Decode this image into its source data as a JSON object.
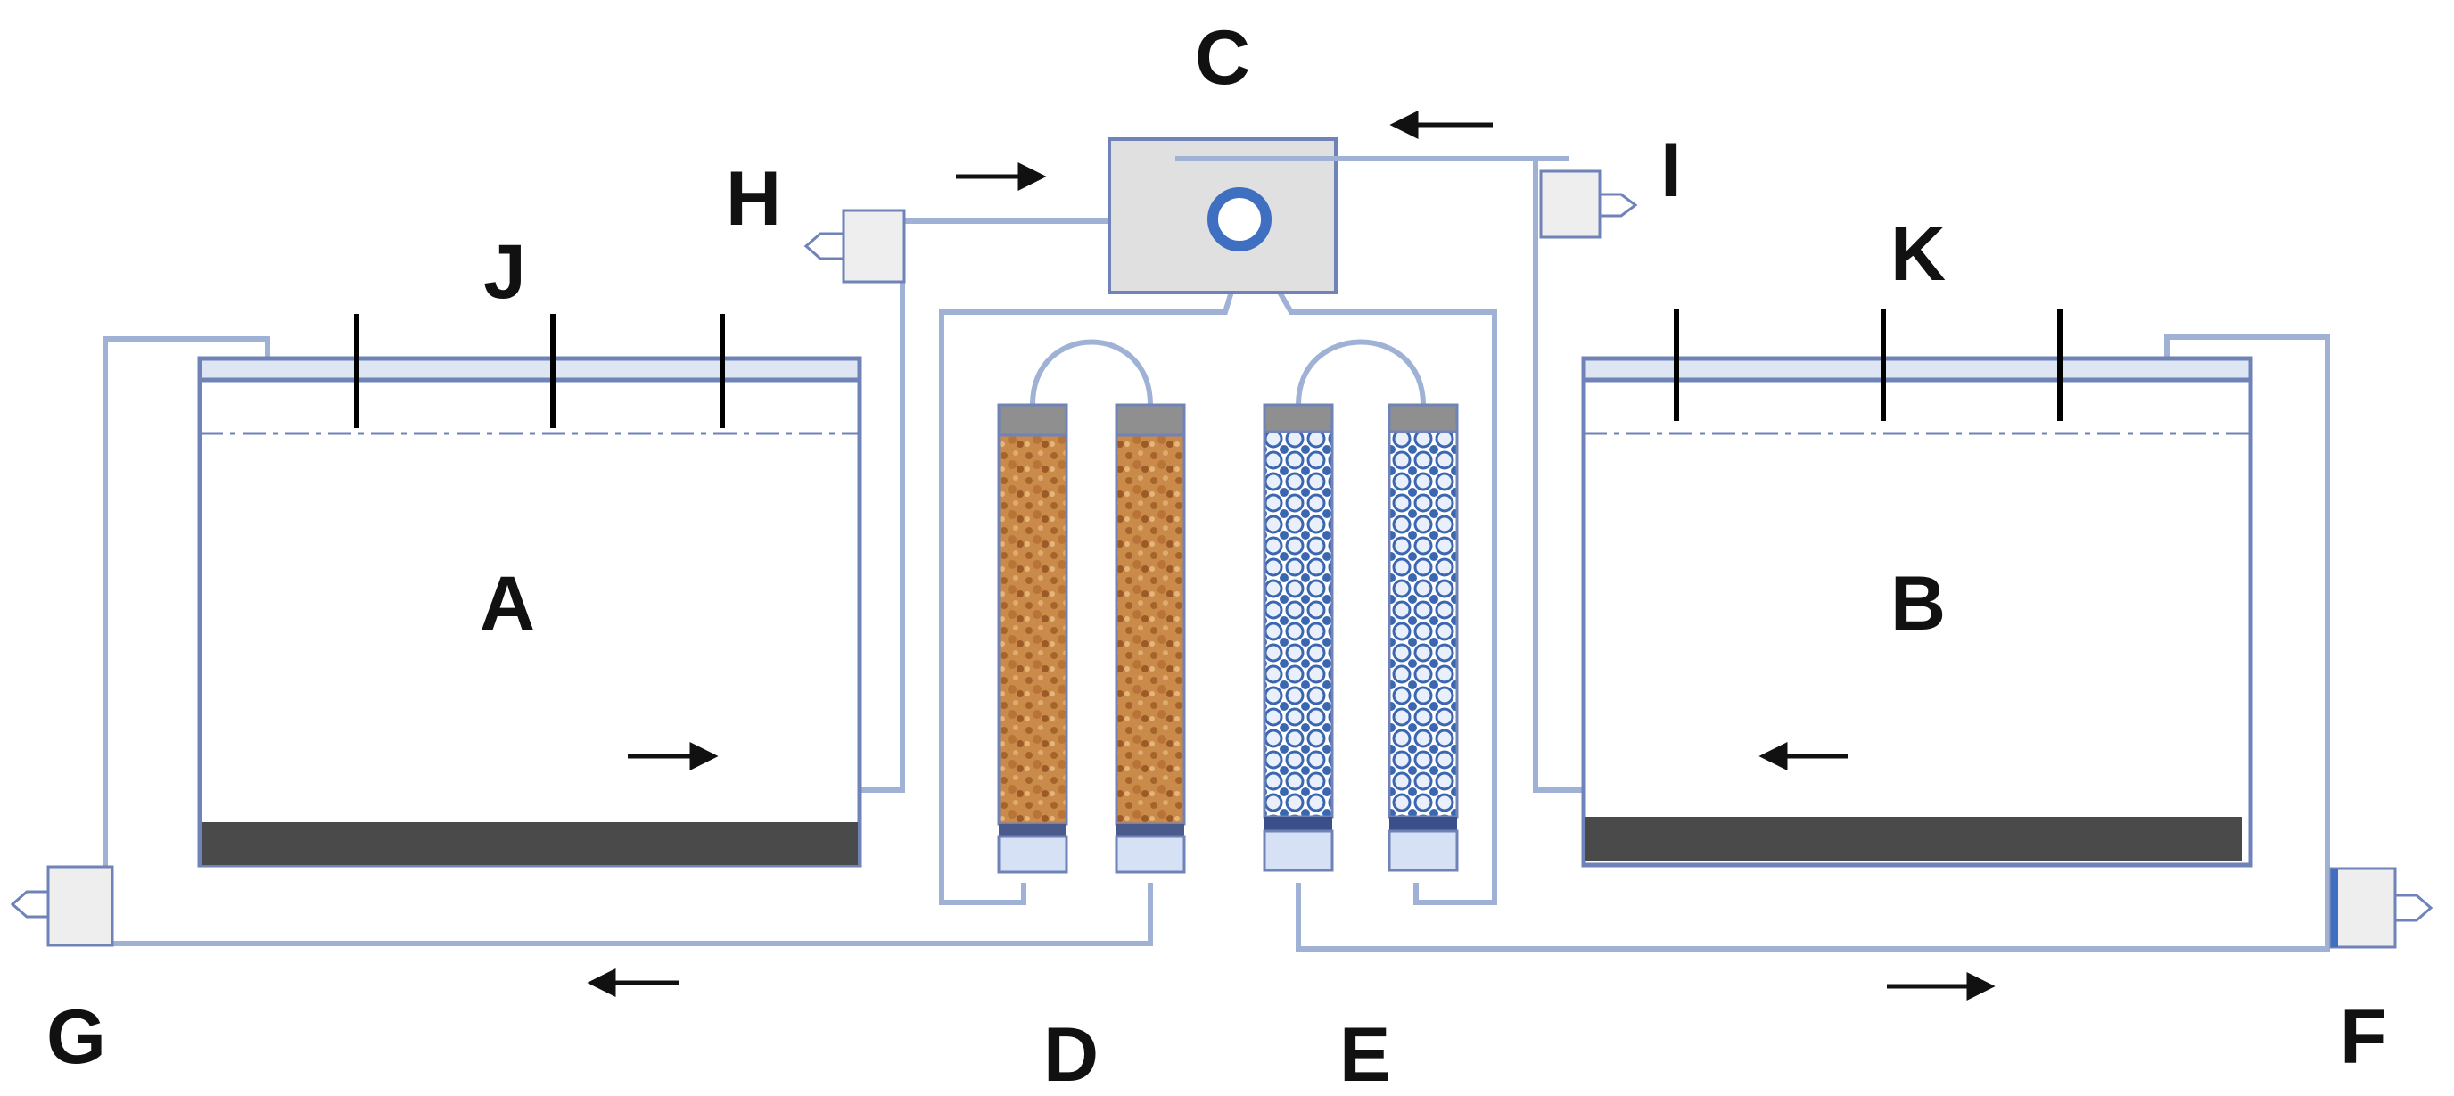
{
  "labels": {
    "a": "A",
    "b": "B",
    "c": "C",
    "d": "D",
    "e": "E",
    "f": "F",
    "g": "G",
    "h": "H",
    "i": "I",
    "j": "J",
    "k": "K"
  },
  "colors": {
    "pipe": "#9fb2d6",
    "tank_outline": "#6f83b8",
    "lid_fill": "#dfe6f3",
    "sediment": "#4a4a4a",
    "pump_box": "#e0e0e0",
    "pump_rotor": "#3f6fc0",
    "column_d_fill": "#c98a4a",
    "column_e_fill": "#ffffff",
    "column_e_dots": "#3b67b1",
    "cap_dark": "#8f8f8f",
    "cap_light": "#d6e1f5",
    "arrow": "#111111"
  }
}
